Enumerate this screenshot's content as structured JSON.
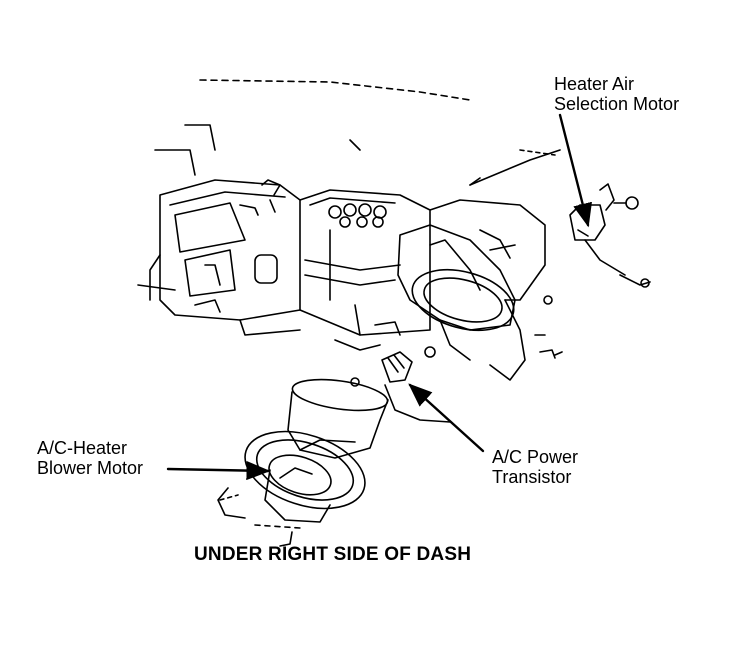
{
  "labels": {
    "heater_air_selection_motor": [
      "Heater Air",
      "Selection Motor"
    ],
    "ac_heater_blower_motor": [
      "A/C-Heater",
      "Blower Motor"
    ],
    "ac_power_transistor": [
      "A/C Power",
      "Transistor"
    ]
  },
  "caption": "UNDER RIGHT SIDE OF DASH",
  "colors": {
    "ink": "#000000",
    "paper": "#ffffff"
  }
}
